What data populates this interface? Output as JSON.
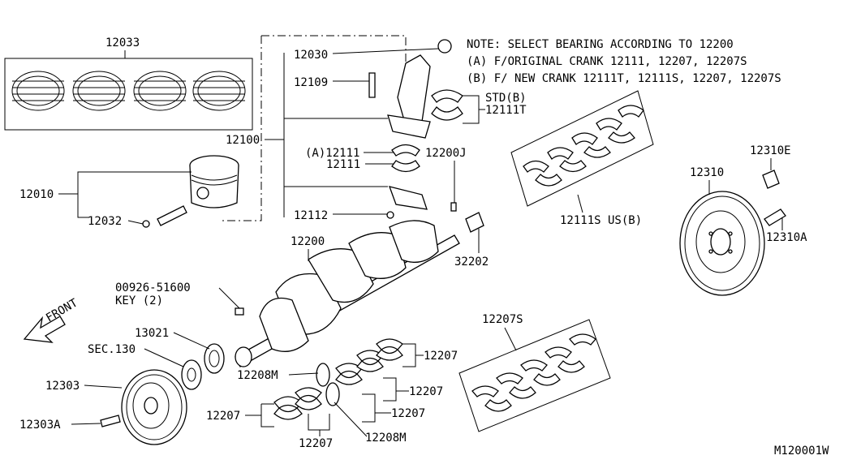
{
  "note": {
    "line1": "NOTE: SELECT BEARING ACCORDING TO 12200",
    "line2": "(A) F/ORIGINAL CRANK 12111, 12207, 12207S",
    "line3": "(B) F/ NEW CRANK 12111T, 12111S, 12207, 12207S"
  },
  "labels": {
    "p12033": "12033",
    "p12030": "12030",
    "p12109": "12109",
    "p12100": "12100",
    "p12010": "12010",
    "p12032": "12032",
    "p12111a": "(A)12111",
    "p12111b": "12111",
    "p12112": "12112",
    "p12200j": "12200J",
    "p12200": "12200",
    "p32202": "32202",
    "std_b": "STD(B)",
    "p12111t": "12111T",
    "p12111s": "12111S US(B)",
    "p12310e": "12310E",
    "p12310": "12310",
    "p12310a": "12310A",
    "key_part": "00926-51600",
    "key_qty": "KEY (2)",
    "front": "FRONT",
    "p13021": "13021",
    "sec130": "SEC.130",
    "p12303": "12303",
    "p12303a": "12303A",
    "p12207s": "12207S",
    "p12207_1": "12207",
    "p12207_2": "12207",
    "p12207_3": "12207",
    "p12207_4": "12207",
    "p12207_5": "12207",
    "p12208m_1": "12208M",
    "p12208m_2": "12208M",
    "diagram_id": "M120001W"
  }
}
